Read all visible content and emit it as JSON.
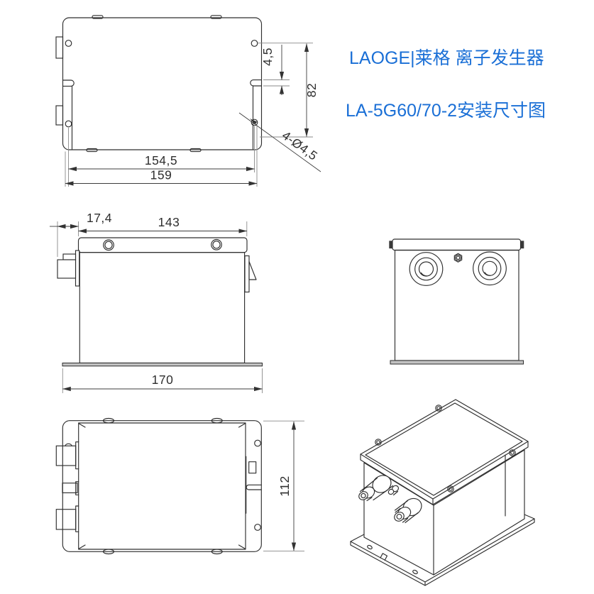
{
  "colors": {
    "accent": "#1a6fd6",
    "ink": "#2e2e2e",
    "dim_text": "#2f2f2f"
  },
  "title": {
    "brand": "LAOGE|莱格 离子发生器",
    "model": "LA-5G60/70-2安装尺寸图"
  },
  "views": {
    "top": {
      "label": "top-view",
      "hole_spacing": "154,5",
      "overall_width": "159",
      "slot_offset": "4,5",
      "hole_height": "82",
      "holes_callout": "4-Ø4,5"
    },
    "side": {
      "label": "side-view",
      "left_offset": "17,4",
      "lid_width": "143",
      "base_width": "170"
    },
    "front": {
      "label": "front-view"
    },
    "bottom": {
      "label": "bottom-view",
      "depth": "112"
    },
    "iso": {
      "label": "isometric-view"
    }
  }
}
